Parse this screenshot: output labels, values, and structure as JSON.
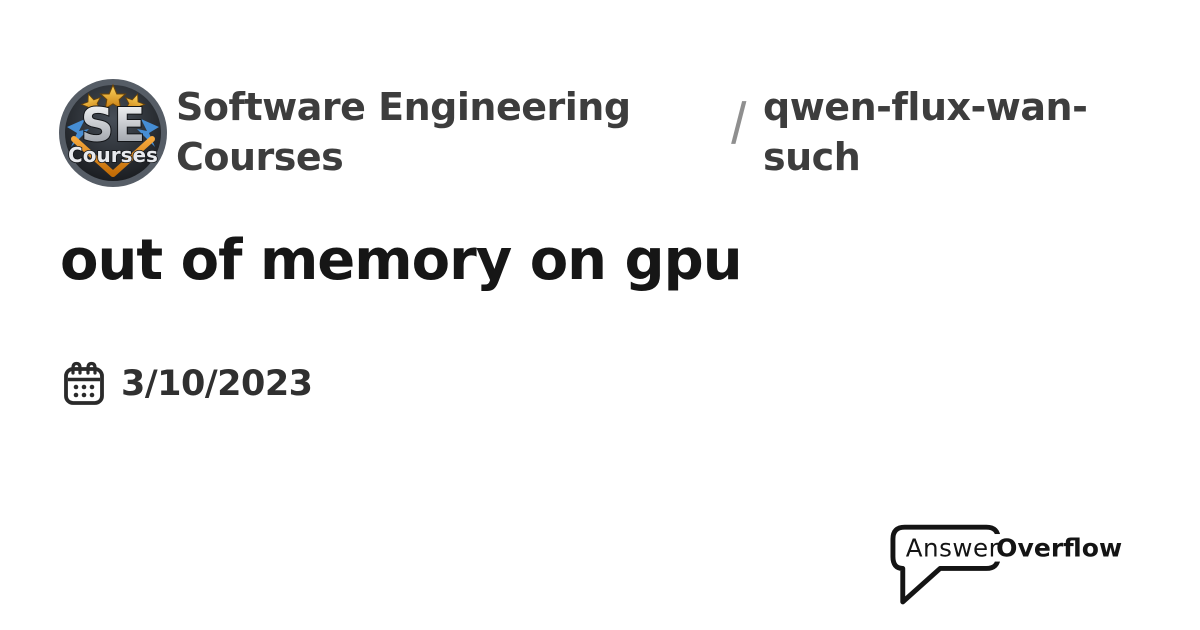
{
  "community": {
    "name": "Software Engineering Courses",
    "logo": {
      "main": "SE",
      "sub": "Courses"
    }
  },
  "channel": {
    "separator": "/",
    "name": "qwen-flux-wan-such"
  },
  "post": {
    "title": "out of memory on gpu",
    "date": "3/10/2023"
  },
  "branding": {
    "regular": "Answer",
    "bold": "Overflow"
  },
  "colors": {
    "background": "#ffffff",
    "heading_text": "#3d3d3d",
    "title_text": "#161616",
    "date_text": "#303030",
    "separator": "#8f8f8f",
    "branding_ink": "#141414",
    "logo_gold": "#f0a32a",
    "logo_blue": "#4a9df0",
    "logo_orange": "#e08a12"
  }
}
